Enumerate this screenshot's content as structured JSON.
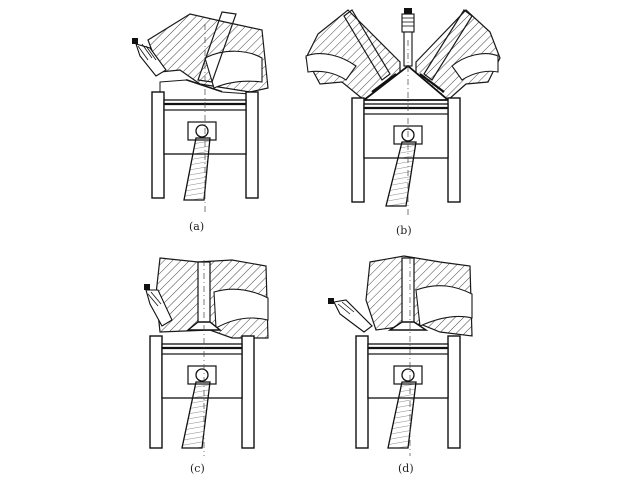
{
  "figures": [
    {
      "id": "a",
      "caption": "(a)"
    },
    {
      "id": "b",
      "caption": "(b)"
    },
    {
      "id": "c",
      "caption": "(c)"
    },
    {
      "id": "d",
      "caption": "(d)"
    }
  ],
  "colors": {
    "ink": "#1a1a1a",
    "paper": "#ffffff"
  }
}
